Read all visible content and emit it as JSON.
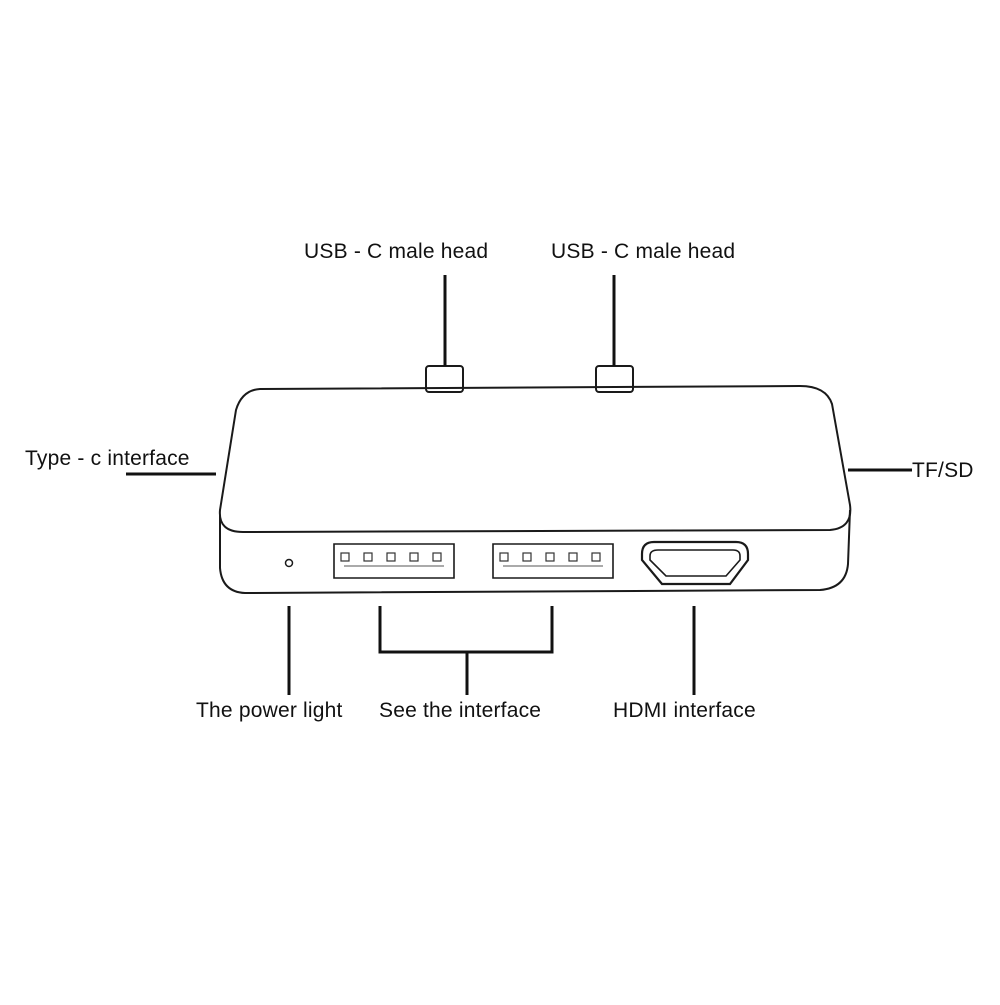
{
  "labels": {
    "usb_c_male_head_left": "USB - C male head",
    "usb_c_male_head_right": "USB - C male head",
    "type_c_interface": "Type - c interface",
    "tf_sd": "TF/SD",
    "power_light": "The power light",
    "see_the_interface": "See the interface",
    "hdmi_interface": "HDMI interface"
  },
  "colors": {
    "line": "#111111",
    "outline": "#1a1a1a",
    "background": "#ffffff"
  }
}
